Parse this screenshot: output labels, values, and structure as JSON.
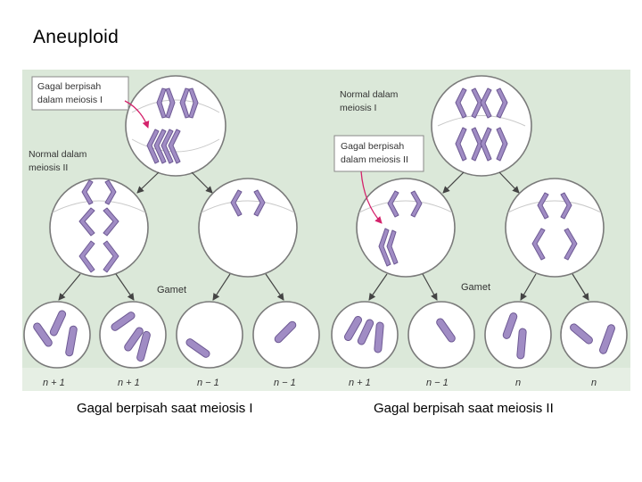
{
  "slide": {
    "title": "Aneuploid",
    "caption_left": "Gagal berpisah saat meiosis I",
    "caption_right": "Gagal berpisah saat meiosis II"
  },
  "diagram": {
    "label_nd_meiosis1_line1": "Gagal berpisah",
    "label_nd_meiosis1_line2": "dalam meiosis I",
    "label_normal_meiosis2_line1": "Normal dalam",
    "label_normal_meiosis2_line2": "meiosis II",
    "label_normal_meiosis1_line1": "Normal dalam",
    "label_normal_meiosis1_line2": "meiosis I",
    "label_nd_meiosis2_line1": "Gagal berpisah",
    "label_nd_meiosis2_line2": "dalam meiosis II",
    "gamet_label": "Gamet",
    "gametes_left": [
      "n + 1",
      "n + 1",
      "n − 1",
      "n − 1"
    ],
    "gametes_right": [
      "n + 1",
      "n − 1",
      "n",
      "n"
    ]
  },
  "colors": {
    "panel_bg": "#dbe8d9",
    "chromosome": "#a08cc4",
    "chromosome_stroke": "#6e5a94",
    "cell_stroke": "#7a7a7a",
    "arrow_red": "#d4226b"
  }
}
